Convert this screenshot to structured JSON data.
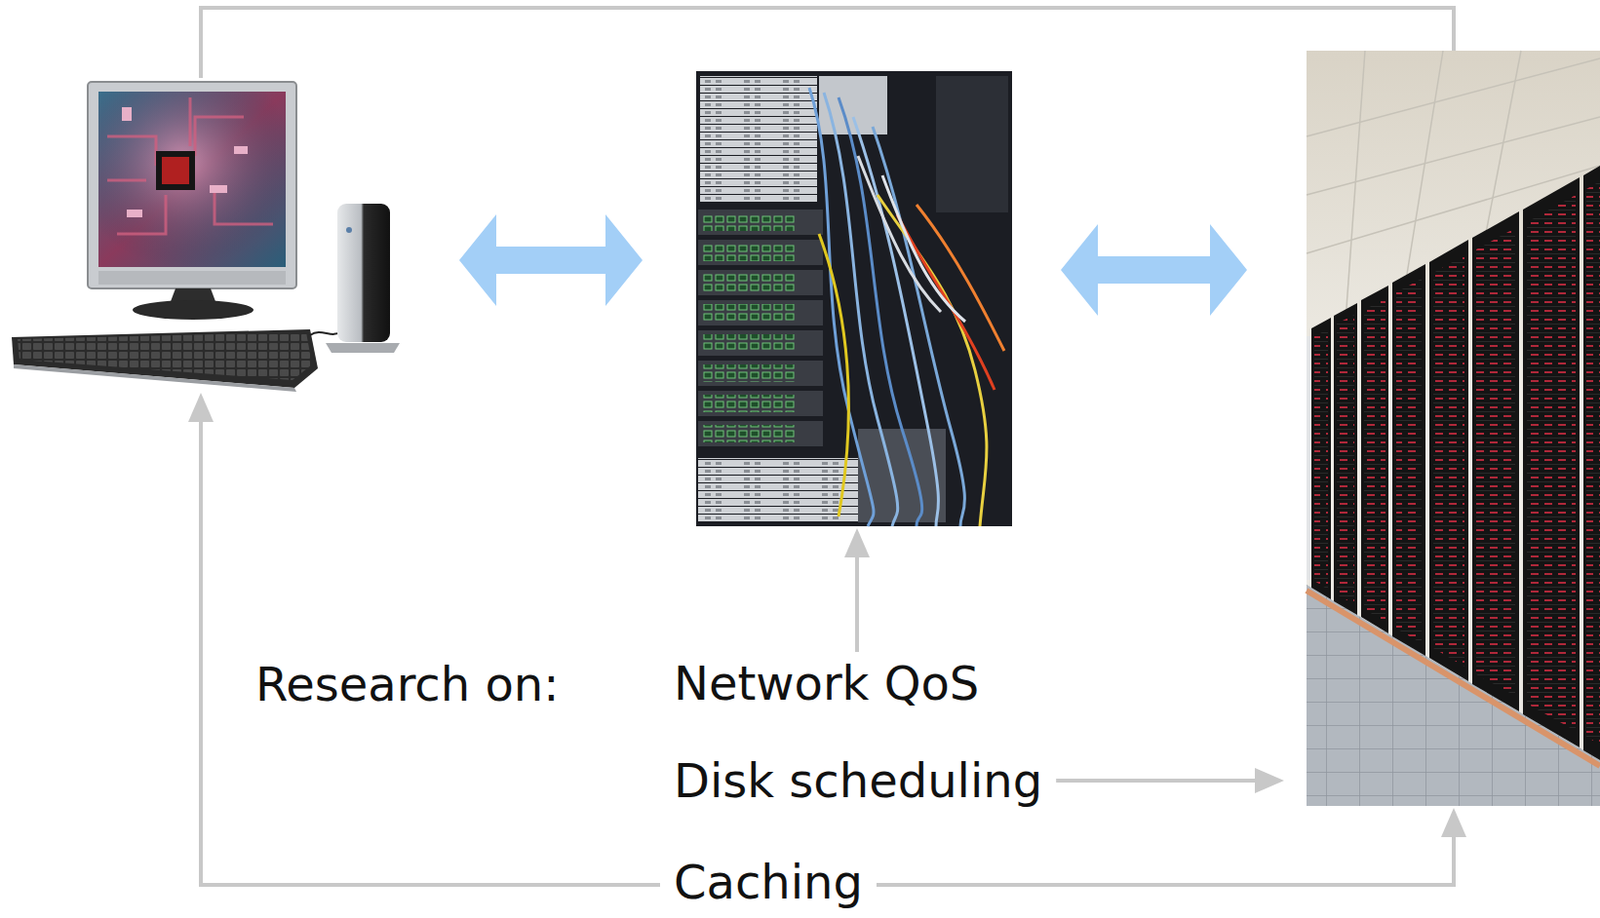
{
  "diagram": {
    "labels": [
      "Research on:",
      "Network QoS",
      "Disk scheduling",
      "Caching"
    ]
  }
}
